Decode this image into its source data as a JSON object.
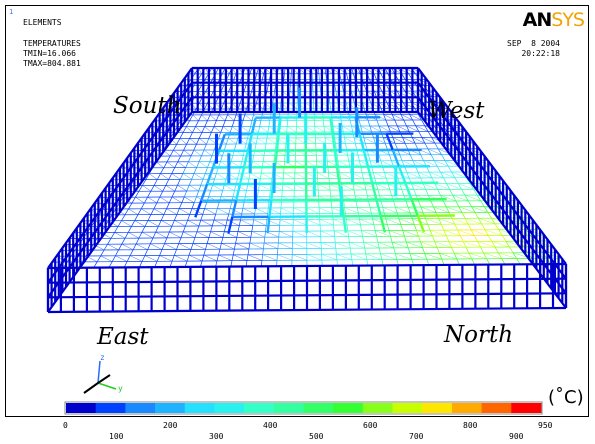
{
  "window_index": "1",
  "header": {
    "mode": "ELEMENTS",
    "result": "TEMPERATURES",
    "tmin": "TMIN=16.066",
    "tmax": "TMAX=804.881",
    "date": "SEP  8 2004",
    "time": "20:22:18"
  },
  "logo": {
    "part1": "AN",
    "part2": "SYS"
  },
  "directions": {
    "south": "South",
    "west": "West",
    "east": "East",
    "north": "North"
  },
  "triad": {
    "z": "z",
    "y": "y"
  },
  "legend": {
    "unit": "(˚C)",
    "colors": [
      "#0000cc",
      "#0040ff",
      "#1a88ff",
      "#1fb3ff",
      "#26e0ff",
      "#29f2ee",
      "#33ffc7",
      "#33ffa0",
      "#33ff66",
      "#33ff33",
      "#88ff1a",
      "#c8ff00",
      "#ffe600",
      "#ffaa00",
      "#ff6600",
      "#ff0000"
    ],
    "top_ticks": [
      "0",
      "200",
      "400",
      "600",
      "800",
      "950"
    ],
    "bottom_ticks": [
      "100",
      "300",
      "500",
      "700",
      "900"
    ]
  },
  "chart_data": {
    "type": "contour",
    "title": "TEMPERATURES",
    "min": 16.066,
    "max": 804.881,
    "scale_range": [
      0,
      950
    ],
    "unit": "˚C"
  }
}
